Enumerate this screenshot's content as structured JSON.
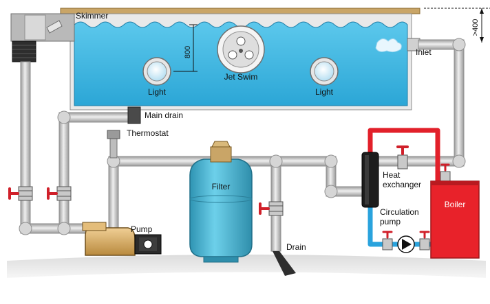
{
  "labels": {
    "skimmer": "Skimmer",
    "jet_swim": "Jet Swim",
    "light_left": "Light",
    "light_right": "Light",
    "inlet": "Inlet",
    "main_drain": "Main drain",
    "thermostat": "Thermostat",
    "filter": "Filter",
    "heat_exchanger_line1": "Heat",
    "heat_exchanger_line2": "exchanger",
    "boiler": "Boiler",
    "circulation_pump_line1": "Circulation",
    "circulation_pump_line2": "pump",
    "pump": "Pump",
    "drain": "Drain"
  },
  "dimensions": {
    "water_depth": "800",
    "inlet_height": ">400"
  },
  "colors": {
    "water": "#3fb8e0",
    "pipe": "#c9c9c9",
    "pipe_edge": "#8e8e8e",
    "hot_pipe": "#e2202a",
    "cold_pipe": "#2aa3dd",
    "boiler": "#e8222a",
    "filter": "#46b3cf",
    "valve": "#d0202a",
    "pool_rim": "#c9a567",
    "ground": "#d4d4d4"
  }
}
